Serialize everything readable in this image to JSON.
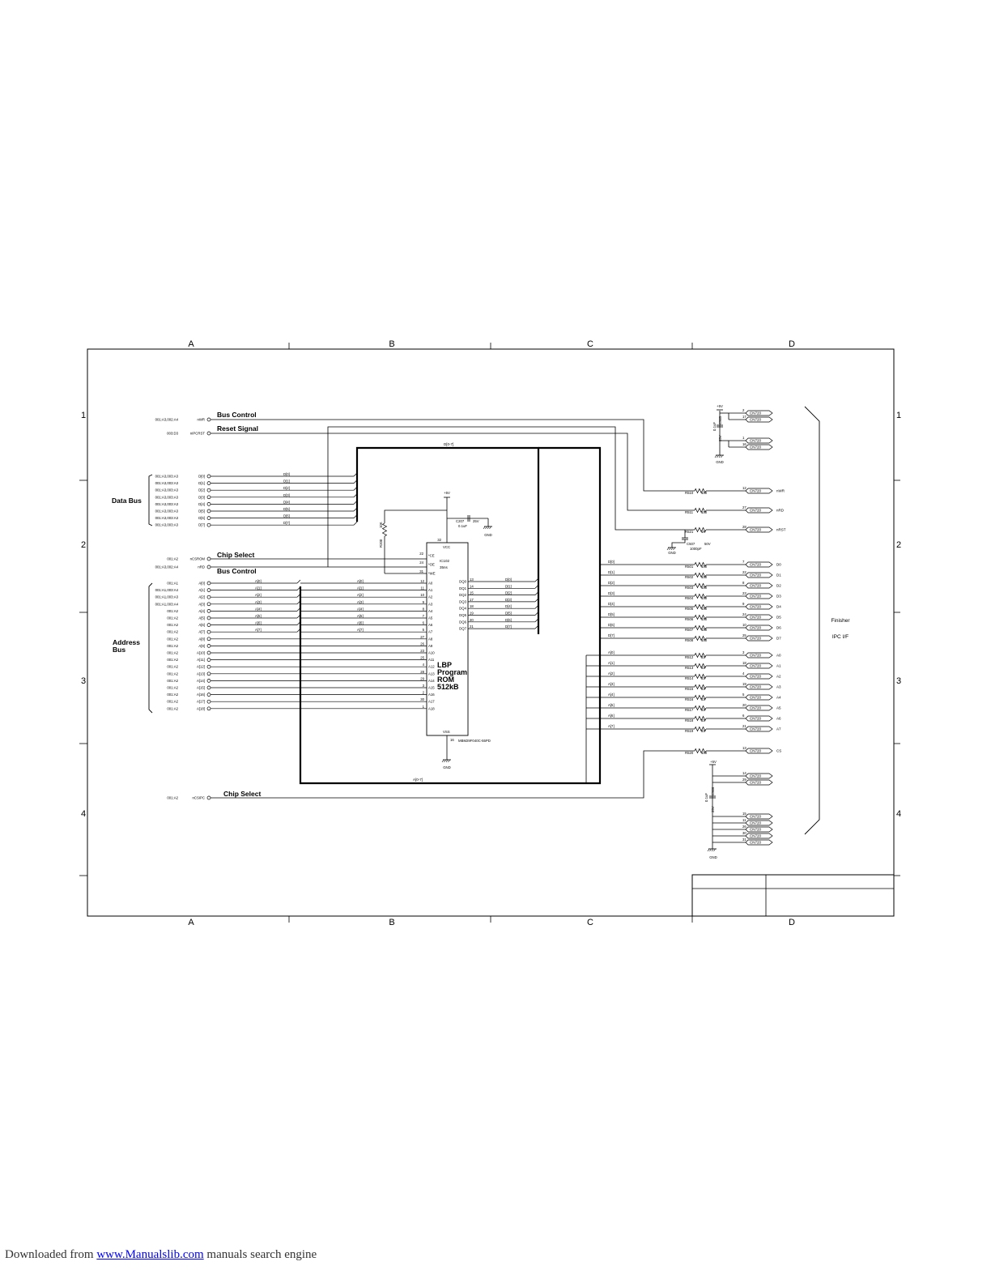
{
  "frame": {
    "col_labels": [
      "A",
      "B",
      "C",
      "D"
    ],
    "row_labels": [
      "1",
      "2",
      "3",
      "4"
    ]
  },
  "groups": {
    "bus_control_1": "Bus Control",
    "reset_signal": "Reset Signal",
    "data_bus": "Data Bus",
    "chip_select_1": "Chip Select",
    "bus_control_2": "Bus Control",
    "address_bus": "Address Bus",
    "chip_select_2": "Chip Select"
  },
  "inputs": {
    "ctrl": [
      {
        "ref": "001:A3,002:A4",
        "name": "nWR"
      },
      {
        "ref": "003:D3",
        "name": "nIPCRST"
      }
    ],
    "data": [
      {
        "ref": "001:A3,003:A3",
        "name": "D[0]"
      },
      {
        "ref": "001:A3,003:A3",
        "name": "D[1]"
      },
      {
        "ref": "001:A3,003:A3",
        "name": "D[2]"
      },
      {
        "ref": "001:A3,003:A3",
        "name": "D[3]"
      },
      {
        "ref": "001:A3,003:A3",
        "name": "D[4]"
      },
      {
        "ref": "001:A3,003:A3",
        "name": "D[5]"
      },
      {
        "ref": "001:A3,003:A3",
        "name": "D[6]"
      },
      {
        "ref": "001:A3,003:A3",
        "name": "D[7]"
      }
    ],
    "cs": [
      {
        "ref": "001:A2",
        "name": "nCSROM"
      },
      {
        "ref": "001:A3,002:A4",
        "name": "nRD"
      }
    ],
    "addr": [
      {
        "ref": "001:A1",
        "name": "A[0]"
      },
      {
        "ref": "001:A1,003:A4",
        "name": "A[1]"
      },
      {
        "ref": "001:A1,003:A3",
        "name": "A[2]"
      },
      {
        "ref": "001:A1,003:A4",
        "name": "A[3]"
      },
      {
        "ref": "001:A2",
        "name": "A[4]"
      },
      {
        "ref": "001:A2",
        "name": "A[5]"
      },
      {
        "ref": "001:A2",
        "name": "A[6]"
      },
      {
        "ref": "001:A2",
        "name": "A[7]"
      },
      {
        "ref": "001:A2",
        "name": "A[8]"
      },
      {
        "ref": "001:A2",
        "name": "A[9]"
      },
      {
        "ref": "001:A2",
        "name": "A[10]"
      },
      {
        "ref": "001:A2",
        "name": "A[11]"
      },
      {
        "ref": "001:A2",
        "name": "A[12]"
      },
      {
        "ref": "001:A2",
        "name": "A[13]"
      },
      {
        "ref": "001:A2",
        "name": "A[14]"
      },
      {
        "ref": "001:A2",
        "name": "A[15]"
      },
      {
        "ref": "001:A2",
        "name": "A[16]"
      },
      {
        "ref": "001:A2",
        "name": "A[17]"
      },
      {
        "ref": "001:A2",
        "name": "A[18]"
      }
    ],
    "cs2": {
      "ref": "001:A2",
      "name": "nCSIPC"
    }
  },
  "buses": {
    "data": "D[0-7]",
    "addr": "A[0-7]"
  },
  "data_taps": [
    "D[0]",
    "D[1]",
    "D[2]",
    "D[3]",
    "D[4]",
    "D[5]",
    "D[6]",
    "D[7]"
  ],
  "addr_taps": [
    "A[0]",
    "A[1]",
    "A[2]",
    "A[3]",
    "A[4]",
    "A[5]",
    "A[6]",
    "A[7]"
  ],
  "rom": {
    "title_lines": [
      "LBP",
      "Program",
      "ROM",
      "512kB"
    ],
    "ref": "IC102",
    "loc": "35ns",
    "part": "MBM29F040C-55PD",
    "vcc_label": "VCC",
    "vcc_pin": "32",
    "vss_label": "VSS",
    "vss_pin": "16",
    "ctrl_pins": [
      {
        "num": "22",
        "label": "*CE"
      },
      {
        "num": "24",
        "label": "*OE"
      },
      {
        "num": "31",
        "label": "*WE"
      }
    ],
    "addr_pins": [
      {
        "num": "12",
        "label": "A0"
      },
      {
        "num": "11",
        "label": "A1"
      },
      {
        "num": "10",
        "label": "A2"
      },
      {
        "num": "9",
        "label": "A3"
      },
      {
        "num": "8",
        "label": "A4"
      },
      {
        "num": "7",
        "label": "A5"
      },
      {
        "num": "6",
        "label": "A6"
      },
      {
        "num": "5",
        "label": "A7"
      },
      {
        "num": "27",
        "label": "A8"
      },
      {
        "num": "26",
        "label": "A9"
      },
      {
        "num": "23",
        "label": "A10"
      },
      {
        "num": "25",
        "label": "A11"
      },
      {
        "num": "4",
        "label": "A12"
      },
      {
        "num": "28",
        "label": "A13"
      },
      {
        "num": "29",
        "label": "A14"
      },
      {
        "num": "3",
        "label": "A15"
      },
      {
        "num": "2",
        "label": "A16"
      },
      {
        "num": "30",
        "label": "A17"
      },
      {
        "num": "1",
        "label": "A18"
      }
    ],
    "data_pins": [
      {
        "num": "13",
        "label": "DQ0"
      },
      {
        "num": "14",
        "label": "DQ1"
      },
      {
        "num": "15",
        "label": "DQ2"
      },
      {
        "num": "17",
        "label": "DQ3"
      },
      {
        "num": "18",
        "label": "DQ4"
      },
      {
        "num": "19",
        "label": "DQ5"
      },
      {
        "num": "20",
        "label": "DQ6"
      },
      {
        "num": "21",
        "label": "DQ7"
      }
    ]
  },
  "rom_power": {
    "vcc": "+5V",
    "gnd": "GND",
    "cap": "C207",
    "cap_value": "0.1uF",
    "cap_voltage": "25V",
    "pullup": "R200",
    "pullup_value": "10K"
  },
  "connector": {
    "label": "CN720",
    "title_lines": [
      "Finisher",
      "IPC I/F"
    ],
    "top_pins": [
      "2",
      "17",
      "1",
      "16"
    ],
    "bottom_pins": [
      "14",
      "29",
      "15",
      "11",
      "26",
      "30",
      "31"
    ],
    "ctrl_lines": [
      {
        "res": "R510",
        "val": "100",
        "pin": "12",
        "signal": "nWR"
      },
      {
        "res": "R511",
        "val": "100",
        "pin": "27",
        "signal": "nRD"
      },
      {
        "res": "R521",
        "val": "1K",
        "pin": "28",
        "signal": "nRST"
      }
    ],
    "rst_cap": {
      "ref": "C507",
      "val": "1000pF",
      "volt": "50V",
      "gnd": "GND"
    },
    "data_lines": [
      {
        "res": "R501",
        "val": "100",
        "pin": "7",
        "signal": "D0"
      },
      {
        "res": "R502",
        "val": "100",
        "pin": "22",
        "signal": "D1"
      },
      {
        "res": "R503",
        "val": "100",
        "pin": "8",
        "signal": "D2"
      },
      {
        "res": "R504",
        "val": "100",
        "pin": "23",
        "signal": "D3"
      },
      {
        "res": "R505",
        "val": "100",
        "pin": "9",
        "signal": "D4"
      },
      {
        "res": "R506",
        "val": "100",
        "pin": "24",
        "signal": "D5"
      },
      {
        "res": "R507",
        "val": "100",
        "pin": "10",
        "signal": "D6"
      },
      {
        "res": "R508",
        "val": "100",
        "pin": "25",
        "signal": "D7"
      }
    ],
    "addr_lines": [
      {
        "res": "R512",
        "val": "33",
        "pin": "3",
        "signal": "A0"
      },
      {
        "res": "R513",
        "val": "33",
        "pin": "18",
        "signal": "A1"
      },
      {
        "res": "R514",
        "val": "33",
        "pin": "4",
        "signal": "A2"
      },
      {
        "res": "R515",
        "val": "33",
        "pin": "19",
        "signal": "A3"
      },
      {
        "res": "R516",
        "val": "33",
        "pin": "5",
        "signal": "A4"
      },
      {
        "res": "R517",
        "val": "33",
        "pin": "20",
        "signal": "A5"
      },
      {
        "res": "R518",
        "val": "33",
        "pin": "6",
        "signal": "A6"
      },
      {
        "res": "R519",
        "val": "33",
        "pin": "21",
        "signal": "A7"
      }
    ],
    "cs_line": {
      "res": "R520",
      "val": "100",
      "pin": "13",
      "signal": "CS"
    },
    "top_power": {
      "vcc": "+5V",
      "cap": "C505",
      "cap_value": "0.1uF",
      "cap_voltage": "25V",
      "gnd": "GND"
    },
    "bottom_power": {
      "vcc": "+5V",
      "cap": "C506",
      "cap_value": "0.1uF",
      "cap_voltage": "25V",
      "gnd": "GND"
    }
  },
  "footer": {
    "prefix": "Downloaded from ",
    "link": "www.Manualslib.com",
    "suffix": " manuals search engine"
  }
}
